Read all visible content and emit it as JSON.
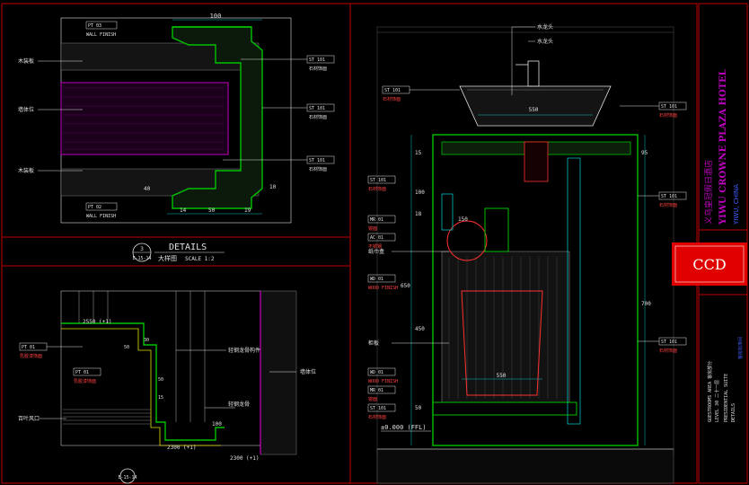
{
  "colors": {
    "bg": "#000000",
    "frame": "#c00000",
    "green": "#00c000",
    "magenta": "#c000c0",
    "cyan": "#00c0c0",
    "yellow": "#e0e000",
    "white": "#e0e0e0",
    "grey": "#707070",
    "red": "#ff0000",
    "blue": "#4060ff"
  },
  "detail_top_left": {
    "dim_top": "100",
    "dim_side_1": "40",
    "dim_side_2": "10",
    "dim_bottom": [
      "14",
      "50",
      "19"
    ],
    "label_wood_top": "木装板",
    "label_wall": "墙体位",
    "label_wood_bottom": "木装板",
    "tag_wall_paint_top": {
      "code": "PT 03",
      "text": "WALL FINISH"
    },
    "tag_wall_paint_bottom": {
      "code": "PT 02",
      "text": "WALL FINISH"
    },
    "tags_right": [
      {
        "code": "ST 101",
        "text": "石材饰面"
      },
      {
        "code": "ST 101",
        "text": "石材饰面"
      },
      {
        "code": "ST 101",
        "text": "石材饰面"
      }
    ]
  },
  "details_caption": {
    "number": "3",
    "sheet": "E-15-14",
    "title": "DETAILS",
    "subtitle": "大样图",
    "scale": "SCALE 1:2"
  },
  "detail_bottom_left": {
    "level_1": "2550 (+1)",
    "level_2": "2300 (+1)",
    "level_3": "2300 (+1)",
    "label_ceiling_fixture": "轻钢龙骨构件",
    "label_ceiling_keel": "轻钢龙骨",
    "label_wall": "墙体位",
    "label_vent": "百叶风口",
    "dim_bottom": "100",
    "tags": [
      {
        "code": "PT 01",
        "text": "乳胶漆饰面"
      },
      {
        "code": "PT 01",
        "text": "乳胶漆饰面"
      }
    ],
    "dims": [
      "50",
      "50",
      "15",
      "30"
    ],
    "caption_sheet": "E-15-14"
  },
  "section_right": {
    "label_faucet": "水龙头",
    "label_faucet_2": "水龙头",
    "label_paper": "纸巾盒",
    "label_cabinet": "柜板",
    "dim_basin": "550",
    "dim_bottom": "550",
    "dim_circle": "150",
    "dims_left": [
      "15",
      "100",
      "18",
      "450",
      "650",
      "50"
    ],
    "dims_right": [
      "95",
      "700"
    ],
    "floor_level": "±0.000 (FFL)",
    "tags_left": [
      {
        "code": "ST 101",
        "text": "石材饰面"
      },
      {
        "code": "ST 101",
        "text": "石材饰面"
      },
      {
        "code": "MR 01",
        "text": "镜面"
      },
      {
        "code": "AC 01",
        "text": "不锈钢"
      },
      {
        "code": "WD 01",
        "text": "WOOD FINISH"
      },
      {
        "code": "WD 01",
        "text": "WOOD FINISH"
      },
      {
        "code": "MR 01",
        "text": "镜面"
      },
      {
        "code": "ST 101",
        "text": "石材饰面"
      }
    ],
    "tags_right": [
      {
        "code": "ST 101",
        "text": "石材饰面"
      },
      {
        "code": "ST 101",
        "text": "石材饰面"
      },
      {
        "code": "ST 101",
        "text": "石材饰面"
      }
    ]
  },
  "title_block": {
    "hotel_cn": "义乌皇冠假日酒店",
    "hotel_en": "YIWU CROWNE PLAZA HOTEL",
    "location": "YIWU, CHINA",
    "logo": "CCD",
    "project_cn": "客房标准间",
    "area_line": "GUESTROOMS AREA 客房部分",
    "level_line": "LEVEL 30 二十一层",
    "drawing_line": "PRESIDENTIAL SUITE",
    "drawing_type": "DETAILS"
  }
}
